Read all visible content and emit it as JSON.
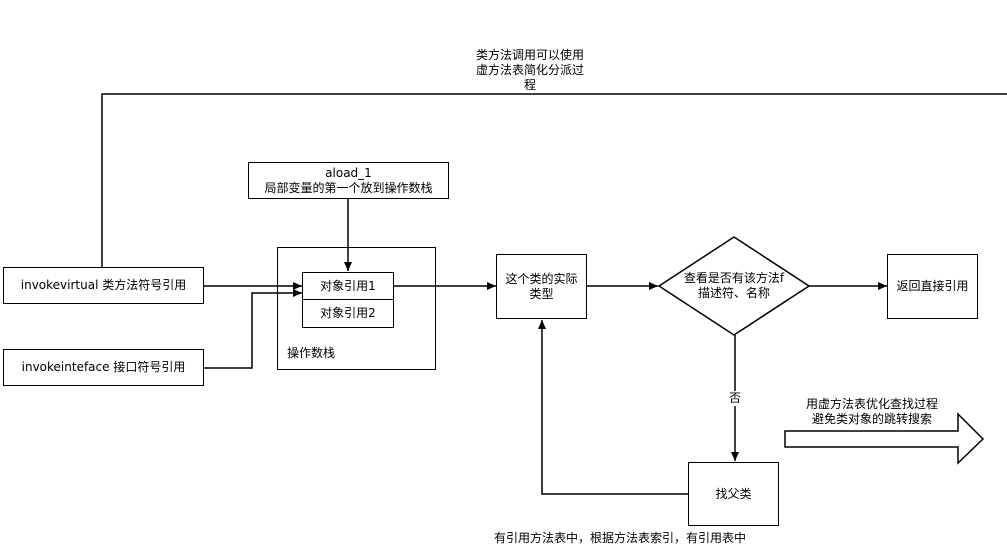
{
  "nodes": {
    "invokevirtual": "invokevirtual 类方法符号引用",
    "invokeinterface": "invokeinteface  接口符号引用",
    "aload": "aload_1\n局部变量的第一个放到操作数栈",
    "stack_ref1": "对象引用1",
    "stack_ref2": "对象引用2",
    "stack_label": "操作数栈",
    "actual_type": "这个类的实际\n类型",
    "decision": "查看是否有该方法f\n描述符、名称",
    "return_ref": "返回直接引用",
    "find_parent": "找父类"
  },
  "labels": {
    "top_note": "类方法调用可以使用\n虚方法表简化分派过\n程",
    "no": "否",
    "right_note": "用虚方法表优化查找过程\n避免类对象的跳转搜索",
    "bottom_cut": "有引用方法表中，根据方法表索引，有引用表中"
  }
}
